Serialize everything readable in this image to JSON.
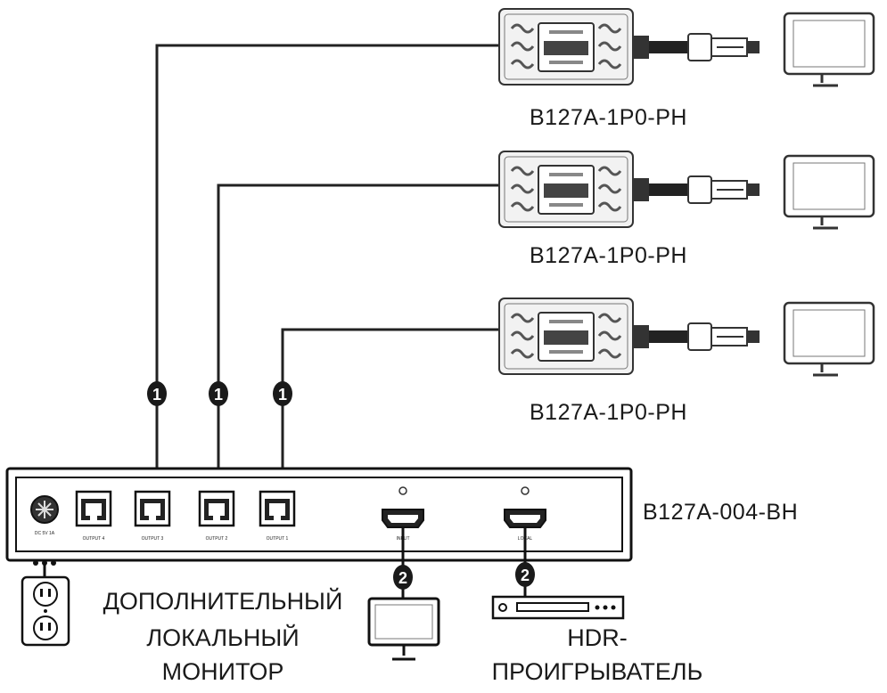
{
  "receivers": [
    {
      "model": "B127A-1P0-PH"
    },
    {
      "model": "B127A-1P0-PH"
    },
    {
      "model": "B127A-1P0-PH"
    }
  ],
  "transmitter": {
    "model": "B127A-004-BH",
    "power_label": "DC 5V 1A",
    "ports": [
      {
        "label": "OUTPUT 4"
      },
      {
        "label": "OUTPUT 3"
      },
      {
        "label": "OUTPUT 2"
      },
      {
        "label": "OUTPUT 1"
      }
    ],
    "input_label": "INPUT",
    "local_label": "LOCAL"
  },
  "markers": {
    "cable_ethernet": "1",
    "cable_hdmi": "2"
  },
  "local_monitor_label": [
    "ДОПОЛНИТЕЛЬНЫЙ",
    "ЛОКАЛЬНЫЙ",
    "МОНИТОР"
  ],
  "hdr_player_label": [
    "HDR-",
    "ПРОИГРЫВАТЕЛЬ"
  ]
}
